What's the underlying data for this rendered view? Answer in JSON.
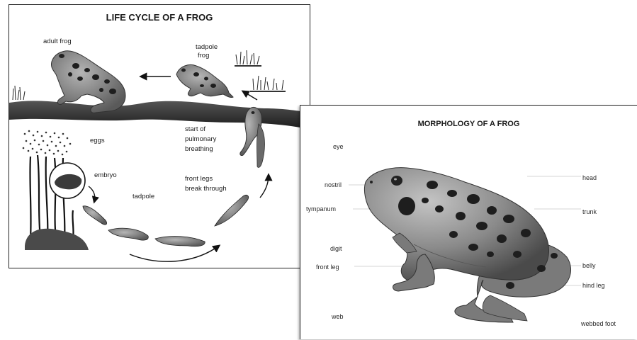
{
  "life_cycle": {
    "title": "LIFE CYCLE OF A FROG",
    "labels": {
      "adult_frog": "adult frog",
      "tadpole_frog_1": "tadpole",
      "tadpole_frog_2": "frog",
      "eggs": "eggs",
      "embryo": "embryo",
      "tadpole": "tadpole",
      "start_1": "start of",
      "start_2": "pulmonary",
      "start_3": "breathing",
      "front_legs_1": "front legs",
      "front_legs_2": "break through"
    }
  },
  "morphology": {
    "title": "MORPHOLOGY OF A FROG",
    "labels": {
      "eye": "eye",
      "nostril": "nostril",
      "tympanum": "tympanum",
      "digit": "digit",
      "front_leg": "front leg",
      "web": "web",
      "head": "head",
      "trunk": "trunk",
      "belly": "belly",
      "hind_leg": "hind leg",
      "webbed_foot": "webbed foot"
    }
  },
  "colors": {
    "frog_body": "#8a8a8a",
    "frog_spots": "#1e1e1e",
    "ground": "#3a3a3a",
    "border": "#222222"
  }
}
